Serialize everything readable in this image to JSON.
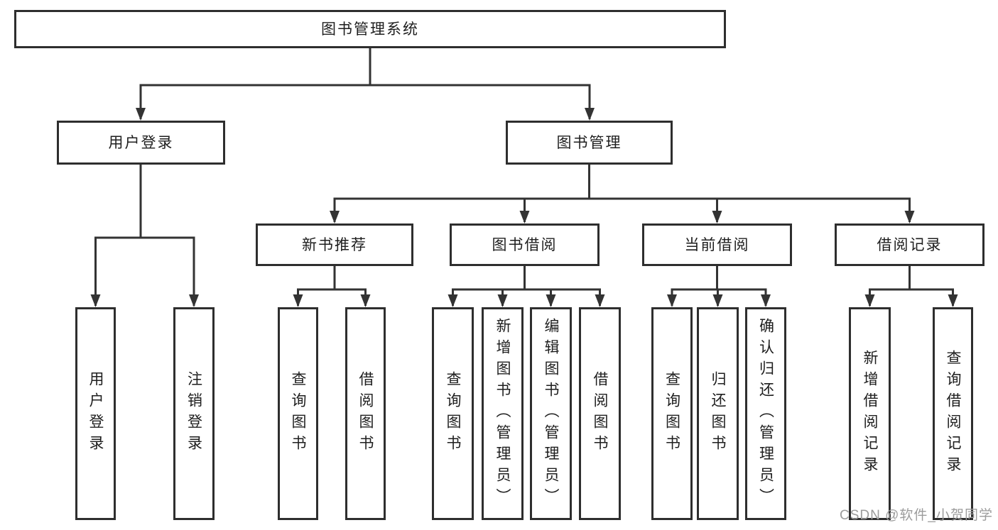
{
  "diagram": {
    "title": "图书管理系统",
    "watermark": "CSDN @软件_小贺同学",
    "colors": {
      "line": "#333333",
      "box_border": "#2e2e2e",
      "box_background": "#ffffff",
      "text": "#1e1e1e",
      "watermark": "#9c9c9c"
    },
    "branches": [
      {
        "label": "用户登录",
        "children": [
          {
            "label": "用户登录"
          },
          {
            "label": "注销登录"
          }
        ]
      },
      {
        "label": "图书管理",
        "children": [
          {
            "label": "新书推荐",
            "children": [
              {
                "label": "查询图书"
              },
              {
                "label": "借阅图书"
              }
            ]
          },
          {
            "label": "图书借阅",
            "children": [
              {
                "label": "查询图书"
              },
              {
                "label": "新增图书（管理员）"
              },
              {
                "label": "编辑图书（管理员）"
              },
              {
                "label": "借阅图书"
              }
            ]
          },
          {
            "label": "当前借阅",
            "children": [
              {
                "label": "查询图书"
              },
              {
                "label": "归还图书"
              },
              {
                "label": "确认归还（管理员）"
              }
            ]
          },
          {
            "label": "借阅记录",
            "children": [
              {
                "label": "新增借阅记录"
              },
              {
                "label": "查询借阅记录"
              }
            ]
          }
        ]
      }
    ]
  }
}
